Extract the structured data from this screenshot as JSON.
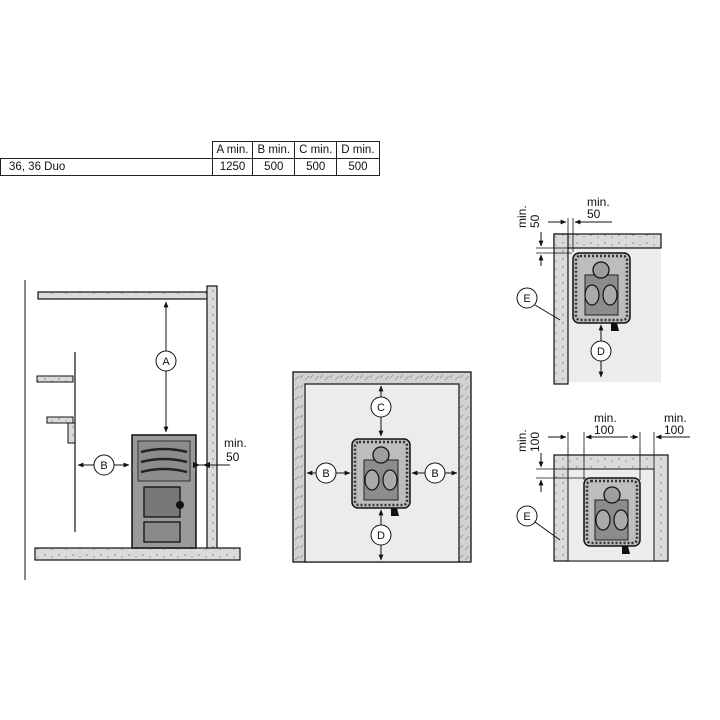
{
  "table": {
    "headers": [
      "A min.",
      "B min.",
      "C min.",
      "D min."
    ],
    "rows": [
      {
        "model": "36, 36 Duo",
        "values": [
          "1250",
          "500",
          "500",
          "500"
        ]
      }
    ]
  },
  "labels": {
    "A": "A",
    "B": "B",
    "C": "C",
    "D": "D",
    "E": "E",
    "min": "min.",
    "fifty": "50",
    "hundred": "100"
  },
  "colors": {
    "wall_fill": "#d2d2d2",
    "floor_fill": "#d9d9d9",
    "room_fill": "#ececec",
    "stove_body": "#9a9a9a",
    "stove_dark": "#444444",
    "line": "#111111"
  }
}
